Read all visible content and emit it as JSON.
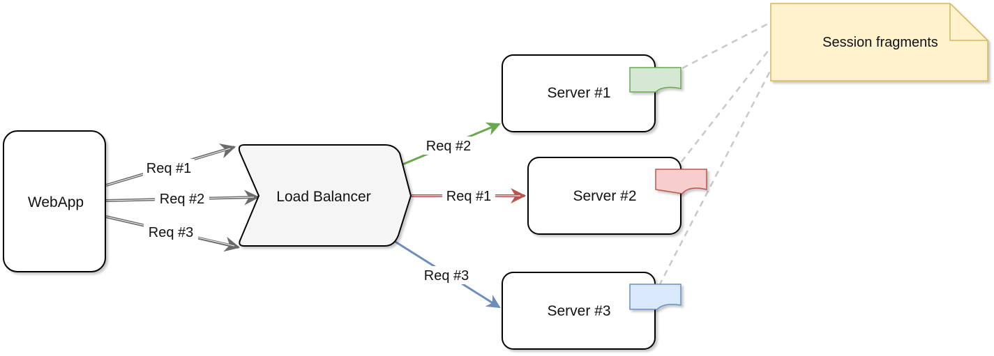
{
  "nodes": {
    "webapp": {
      "label": "WebApp"
    },
    "load_balancer": {
      "label": "Load Balancer"
    },
    "server1": {
      "label": "Server #1"
    },
    "server2": {
      "label": "Server #2"
    },
    "server3": {
      "label": "Server #3"
    },
    "session_note": {
      "label": "Session fragments"
    }
  },
  "edges": {
    "webapp_req1": {
      "label": "Req #1"
    },
    "webapp_req2": {
      "label": "Req #2"
    },
    "webapp_req3": {
      "label": "Req #3"
    },
    "lb_to_server1": {
      "label": "Req #2"
    },
    "lb_to_server2": {
      "label": "Req #1"
    },
    "lb_to_server3": {
      "label": "Req #3"
    }
  },
  "colors": {
    "request_gray": "#6b6b6b",
    "request_green": "#6aa84f",
    "request_red": "#b85450",
    "request_blue": "#6c8ebf",
    "fragment_green": "#d5e8d4",
    "fragment_red": "#f8cecc",
    "fragment_blue": "#dae8fc",
    "note_fill": "#fff2cc",
    "note_border": "#d6b656",
    "load_balancer_fill": "#f5f5f5"
  }
}
